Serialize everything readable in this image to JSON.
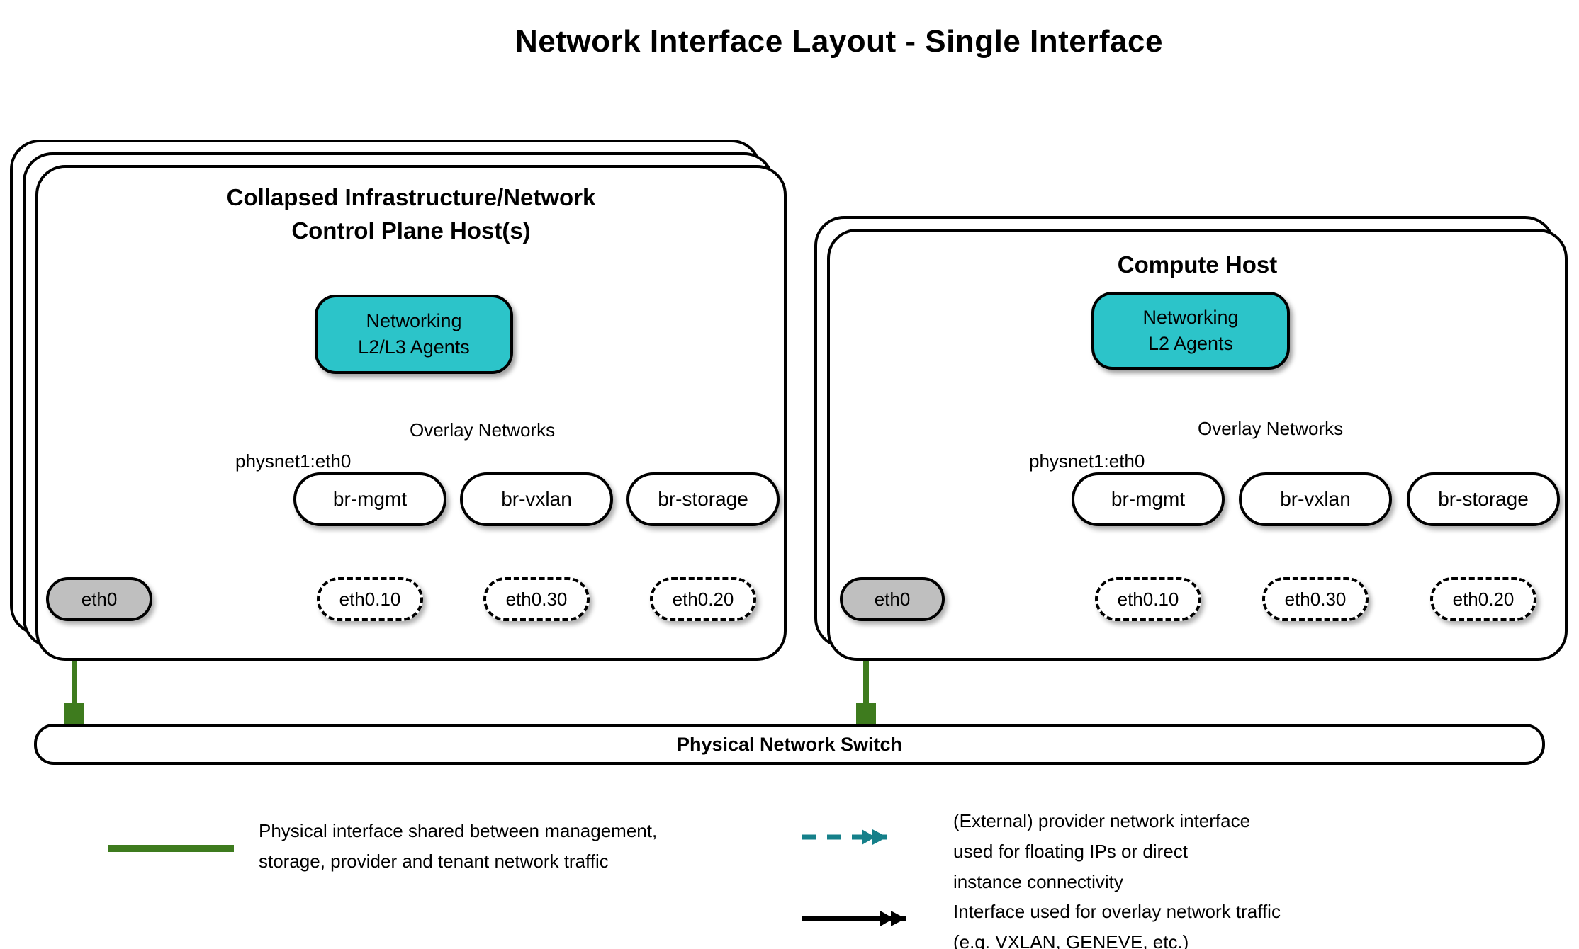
{
  "title": "Network Interface Layout - Single Interface",
  "colors": {
    "agent_fill": "#2CC4C9",
    "provider_arrow_teal": "#15808A",
    "physical_link_green": "#3E7B1E",
    "phys_if_gray": "#BFBFBF",
    "line_black": "#000000"
  },
  "hosts": {
    "left": {
      "title_lines": [
        "Collapsed Infrastructure/Network",
        "Control Plane Host(s)"
      ],
      "agent_lines": [
        "Networking",
        "L2/L3 Agents"
      ],
      "provider_label": "physnet1:eth0",
      "overlay_label": "Overlay Networks",
      "bridges": [
        "br-mgmt",
        "br-vxlan",
        "br-storage"
      ],
      "vlan_ifs": [
        "eth0.10",
        "eth0.30",
        "eth0.20"
      ],
      "phys_if": "eth0"
    },
    "right": {
      "title_lines": [
        "Compute Host"
      ],
      "agent_lines": [
        "Networking",
        "L2 Agents"
      ],
      "provider_label": "physnet1:eth0",
      "overlay_label": "Overlay Networks",
      "bridges": [
        "br-mgmt",
        "br-vxlan",
        "br-storage"
      ],
      "vlan_ifs": [
        "eth0.10",
        "eth0.30",
        "eth0.20"
      ],
      "phys_if": "eth0"
    }
  },
  "switch_label": "Physical Network Switch",
  "legend": {
    "physical": {
      "lines": [
        "Physical interface shared between management,",
        "storage, provider and tenant network traffic"
      ]
    },
    "provider": {
      "lines": [
        "(External) provider network interface",
        "used for floating IPs or direct",
        "instance connectivity"
      ]
    },
    "overlay": {
      "lines": [
        "Interface used for overlay network traffic",
        "(e.g. VXLAN, GENEVE, etc.)"
      ]
    }
  }
}
